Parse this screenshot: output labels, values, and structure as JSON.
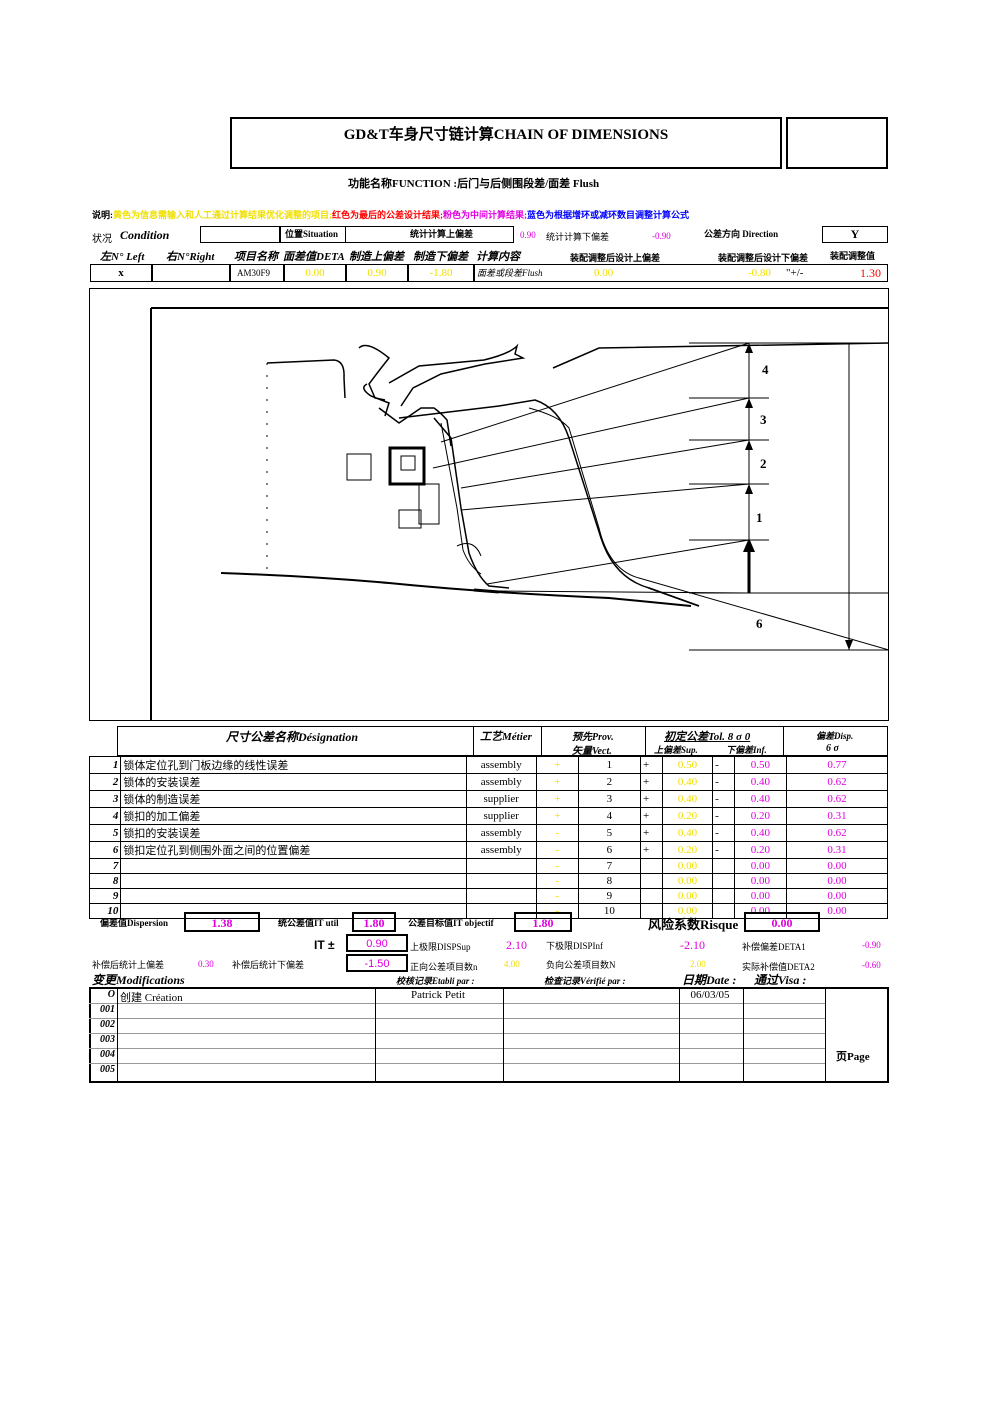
{
  "header": {
    "title": "GD&T车身尺寸链计算CHAIN OF DIMENSIONS",
    "function_label": "功能名称FUNCTION :后门与后侧围段差/面差  Flush"
  },
  "legend": {
    "prefix": "说明:",
    "yellow": "黄色为信息需输入和人工通过计算结果优化调整的项目;",
    "red": "红色为最后的公差设计结果;",
    "magenta": "粉色为中间计算结果;",
    "blue": "蓝色为根据增环或减环数目调整计算公式"
  },
  "row1": {
    "condition_cn": "状况",
    "condition_en": "Condition",
    "situation": "位置Situation",
    "stat_up_label": "统计计算上偏差",
    "stat_up_val": "0.90",
    "stat_down_label": "统计计算下偏差",
    "stat_down_val": "-0.90",
    "direction_label": "公差方向 Direction",
    "direction_val": "Y"
  },
  "row2": {
    "left": "左N° Left",
    "right": "右N°Right",
    "item": "项目名称",
    "deta": "面差值DETA",
    "mfg_up": "制造上偏差",
    "mfg_down": "制造下偏差",
    "calc": "计算内容",
    "asm_up": "装配调整后设计上偏差",
    "asm_down": "装配调整后设计下偏差",
    "asm_adj": "装配调整值"
  },
  "row3": {
    "left": "x",
    "item": "AM30F9",
    "deta": "0.00",
    "mfg_up": "0.90",
    "mfg_down": "-1.80",
    "calc": "面差或段差Flush",
    "asm_up": "0.00",
    "asm_down": "-0.80",
    "pm": "\"+/-",
    "asm_adj": "1.30"
  },
  "diagram": {
    "labels": [
      "4",
      "3",
      "2",
      "1",
      "6"
    ]
  },
  "table": {
    "h_designation": "尺寸公差名称Désignation",
    "h_metier": "工艺Métier",
    "h_prov": "预先Prov.",
    "h_vect": "矢量Vect.",
    "h_tol": "初定公差Tol. 8 σ 0",
    "h_sup": "上偏差Sup.",
    "h_inf": "下偏差Inf.",
    "h_disp": "偏差Disp.",
    "h_sigma": "6 σ",
    "rows": [
      {
        "n": "1",
        "name": "锁体定位孔到门板边缘的线性误差",
        "metier": "assembly",
        "sign": "+",
        "vect": "1",
        "ps": "+",
        "sup": "0.50",
        "ms": "-",
        "inf": "0.50",
        "disp": "0.77"
      },
      {
        "n": "2",
        "name": "锁体的安装误差",
        "metier": "assembly",
        "sign": "+",
        "vect": "2",
        "ps": "+",
        "sup": "0.40",
        "ms": "-",
        "inf": "0.40",
        "disp": "0.62"
      },
      {
        "n": "3",
        "name": "锁体的制造误差",
        "metier": "supplier",
        "sign": "+",
        "vect": "3",
        "ps": "+",
        "sup": "0.40",
        "ms": "-",
        "inf": "0.40",
        "disp": "0.62"
      },
      {
        "n": "4",
        "name": "锁扣的加工偏差",
        "metier": "supplier",
        "sign": "+",
        "vect": "4",
        "ps": "+",
        "sup": "0.20",
        "ms": "-",
        "inf": "0.20",
        "disp": "0.31"
      },
      {
        "n": "5",
        "name": "锁扣的安装误差",
        "metier": "assembly",
        "sign": "-",
        "vect": "5",
        "ps": "+",
        "sup": "0.40",
        "ms": "-",
        "inf": "0.40",
        "disp": "0.62"
      },
      {
        "n": "6",
        "name": "锁扣定位孔到侧围外面之间的位置偏差",
        "metier": "assembly",
        "sign": "-",
        "vect": "6",
        "ps": "+",
        "sup": "0.20",
        "ms": "-",
        "inf": "0.20",
        "disp": "0.31"
      },
      {
        "n": "7",
        "name": "",
        "metier": "",
        "sign": "-",
        "vect": "7",
        "ps": "",
        "sup": "0.00",
        "ms": "",
        "inf": "0.00",
        "disp": "0.00"
      },
      {
        "n": "8",
        "name": "",
        "metier": "",
        "sign": "-",
        "vect": "8",
        "ps": "",
        "sup": "0.00",
        "ms": "",
        "inf": "0.00",
        "disp": "0.00"
      },
      {
        "n": "9",
        "name": "",
        "metier": "",
        "sign": "-",
        "vect": "9",
        "ps": "",
        "sup": "0.00",
        "ms": "",
        "inf": "0.00",
        "disp": "0.00"
      },
      {
        "n": "10",
        "name": "",
        "metier": "",
        "sign": "-",
        "vect": "10",
        "ps": "",
        "sup": "0.00",
        "ms": "",
        "inf": "0.00",
        "disp": "0.00"
      }
    ]
  },
  "summary": {
    "disp_label": "偏差值Dispersion",
    "disp_val": "1.38",
    "itutil_label": "统公差值IT util",
    "itutil_val": "1.80",
    "itobj_label": "公差目标值IT objectif",
    "itobj_val": "1.80",
    "risk_label": "风险系数Risque",
    "risk_val": "0.00",
    "it_label": "IT ±",
    "it_up": "0.90",
    "it_down": "-1.50",
    "dispsup_label": "上极限DISPSup",
    "dispsup_val": "2.10",
    "dispinf_label": "下极限DISPInf",
    "dispinf_val": "-2.10",
    "deta1_label": "补偿偏差DETA1",
    "deta1_val": "-0.90",
    "comp_up_label": "补偿后统计上偏差",
    "comp_up_val": "0.30",
    "comp_down_label": "补偿后统计下偏差",
    "posn_label": "正向公差项目数n",
    "posn_val": "4.00",
    "negn_label": "负向公差项目数N",
    "negn_val": "2.00",
    "deta2_label": "实际补偿值DETA2",
    "deta2_val": "-0.60"
  },
  "modifications": {
    "title": "变更Modifications",
    "etabli": "校核记录Etabli par :",
    "verifie": "检查记录Vérifié par :",
    "date": "日期Date :",
    "visa": "通过Visa :",
    "rows": [
      "O",
      "001",
      "002",
      "003",
      "004",
      "005"
    ],
    "creation": "创建 Création",
    "author": "Patrick Petit",
    "date_val": "06/03/05",
    "page": "页Page"
  }
}
